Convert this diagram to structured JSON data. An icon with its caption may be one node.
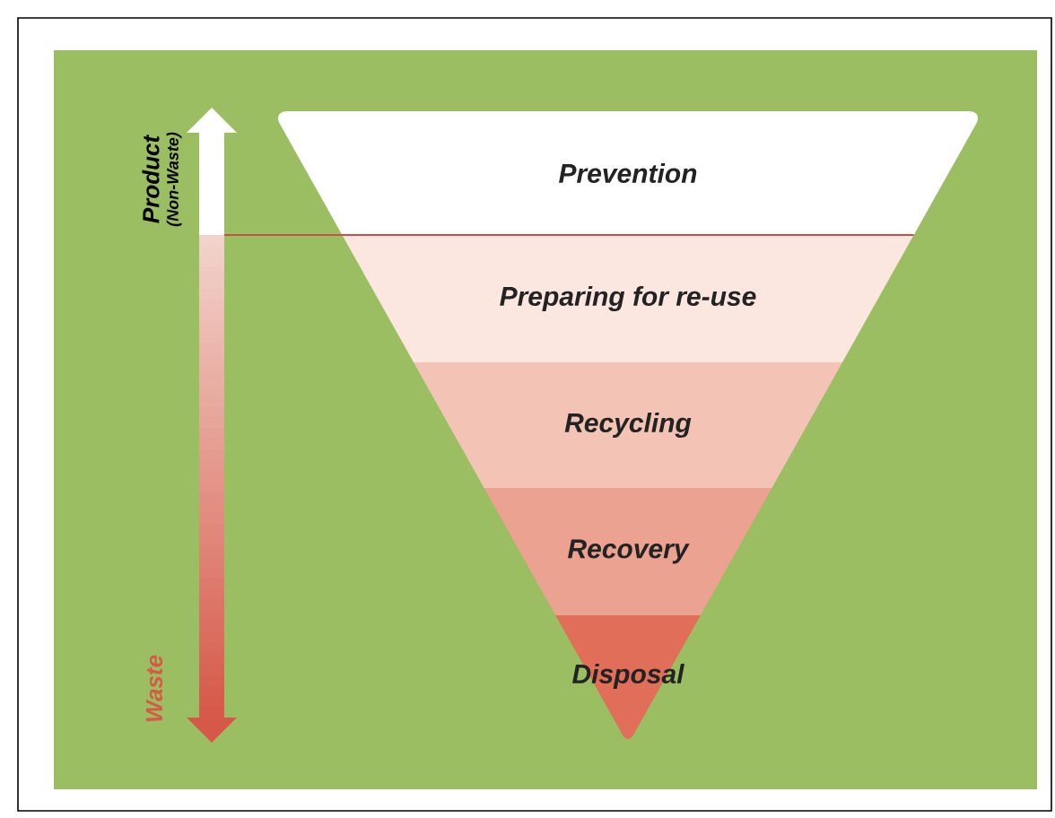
{
  "diagram": {
    "nodes": [
      {
        "text": [
          "Prevention"
        ]
      },
      {
        "text": [
          "Preparing for re-use"
        ]
      },
      {
        "text": [
          "Recycling"
        ]
      },
      {
        "text": [
          "Recovery"
        ]
      },
      {
        "text": [
          "Disposal"
        ]
      }
    ],
    "labels": [
      "Product",
      "(Non-Waste)",
      "Waste"
    ]
  }
}
